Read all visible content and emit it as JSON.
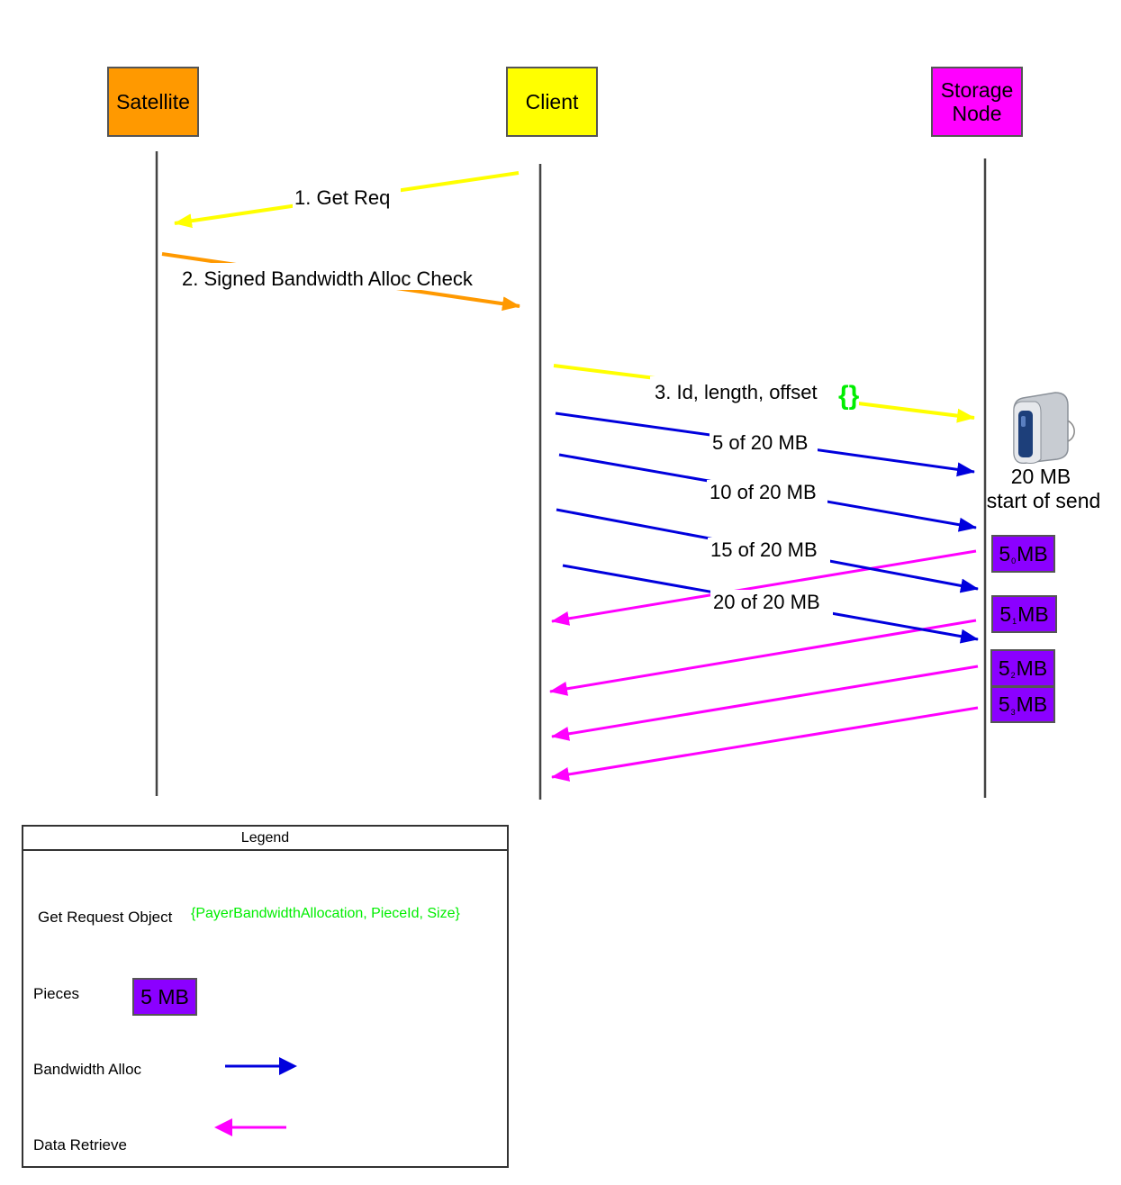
{
  "actors": {
    "satellite": {
      "label": "Satellite",
      "color": "#FF9900"
    },
    "client": {
      "label": "Client",
      "color": "#FFFF00"
    },
    "storage": {
      "line1": "Storage",
      "line2": "Node",
      "color": "#FF00FF"
    }
  },
  "messages": {
    "get_req": "1. Get Req",
    "signed_check": "2. Signed Bandwidth Alloc Check",
    "id_length_offset": "3. Id, length, offset",
    "brace": "{}",
    "alloc_5": "5 of 20 MB",
    "alloc_10": "10 of 20 MB",
    "alloc_15": "15 of 20 MB",
    "alloc_20": "20 of 20 MB"
  },
  "storage_info": {
    "size": "20 MB",
    "status": "start of send"
  },
  "pieces": [
    {
      "main": "5",
      "sub": "0",
      "unit": "MB"
    },
    {
      "main": "5",
      "sub": "1",
      "unit": "MB"
    },
    {
      "main": "5",
      "sub": "2",
      "unit": "MB"
    },
    {
      "main": "5",
      "sub": "3",
      "unit": "MB"
    }
  ],
  "legend": {
    "title": "Legend",
    "get_request_object": "Get Request Object",
    "get_request_fields": "{PayerBandwidthAllocation, PieceId, Size}",
    "pieces": "Pieces",
    "piece_sample": "5 MB",
    "bandwidth_alloc": "Bandwidth Alloc",
    "data_retrieve": "Data Retrieve"
  },
  "colors": {
    "request": "#FFFF00",
    "signed_check": "#FF9900",
    "bandwidth_alloc": "#0000DD",
    "data_retrieve": "#FF00FF",
    "piece": "#8B00FF",
    "object_brace": "#00EE00"
  },
  "icons": {
    "storage_device": "storage-device-icon"
  }
}
